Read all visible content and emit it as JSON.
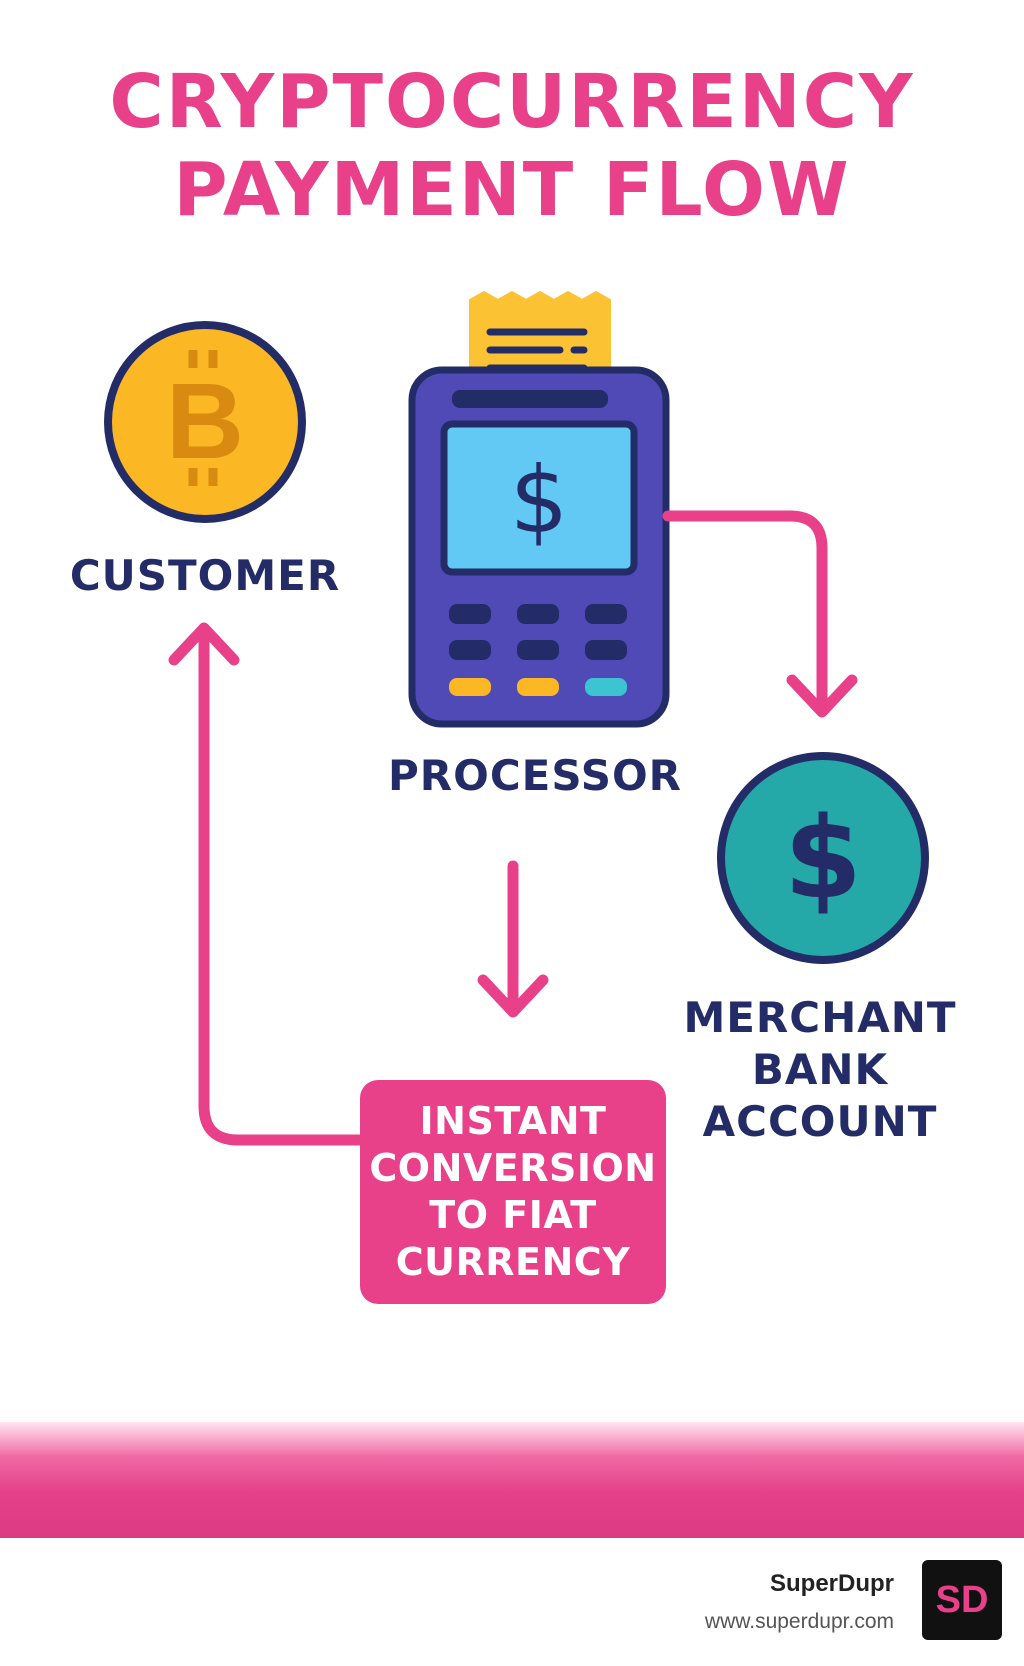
{
  "title": {
    "line1": "CRYPTOCURRENCY",
    "line2": "PAYMENT FLOW"
  },
  "nodes": {
    "customer": {
      "label": "CUSTOMER",
      "symbol": "B"
    },
    "processor": {
      "label": "PROCESSOR",
      "symbol": "$"
    },
    "merchant": {
      "label_lines": [
        "MERCHANT",
        "BANK",
        "ACCOUNT"
      ],
      "symbol": "$"
    },
    "conversion": {
      "label_lines": [
        "INSTANT",
        "CONVERSION",
        "TO FIAT",
        "CURRENCY"
      ]
    }
  },
  "branding": {
    "name": "SuperDupr",
    "url": "www.superdupr.com",
    "logo_text": "SD"
  },
  "colors": {
    "accent": "#e8418a",
    "navy": "#232c66",
    "coin_gold": "#fbb724",
    "terminal_body": "#4f4ab6",
    "screen": "#62c9f4",
    "bank_teal": "#25a8a8"
  },
  "icons": [
    "bitcoin-coin-icon",
    "payment-terminal-icon",
    "receipt-icon",
    "dollar-coin-icon"
  ]
}
